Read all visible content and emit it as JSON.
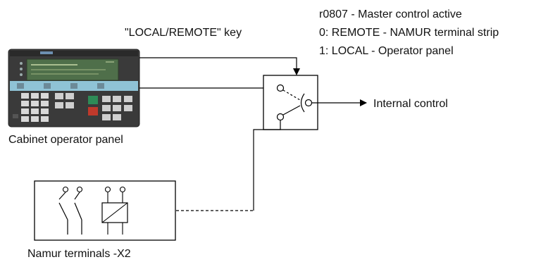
{
  "labels": {
    "key_label": "\"LOCAL/REMOTE\" key",
    "param_title": "r0807 - Master control active",
    "param_option_0": "0: REMOTE - NAMUR terminal strip",
    "param_option_1": "1: LOCAL - Operator panel",
    "output_label": "Internal control",
    "panel_label": "Cabinet operator panel",
    "terminals_label": "Namur terminals -X2"
  },
  "colors": {
    "line": "#000000",
    "panel_body": "#3a3a3a",
    "panel_screen": "#4f6f4a",
    "panel_keystrip": "#8fc3d6",
    "key_green": "#2e8b57",
    "key_red": "#c0392b"
  }
}
